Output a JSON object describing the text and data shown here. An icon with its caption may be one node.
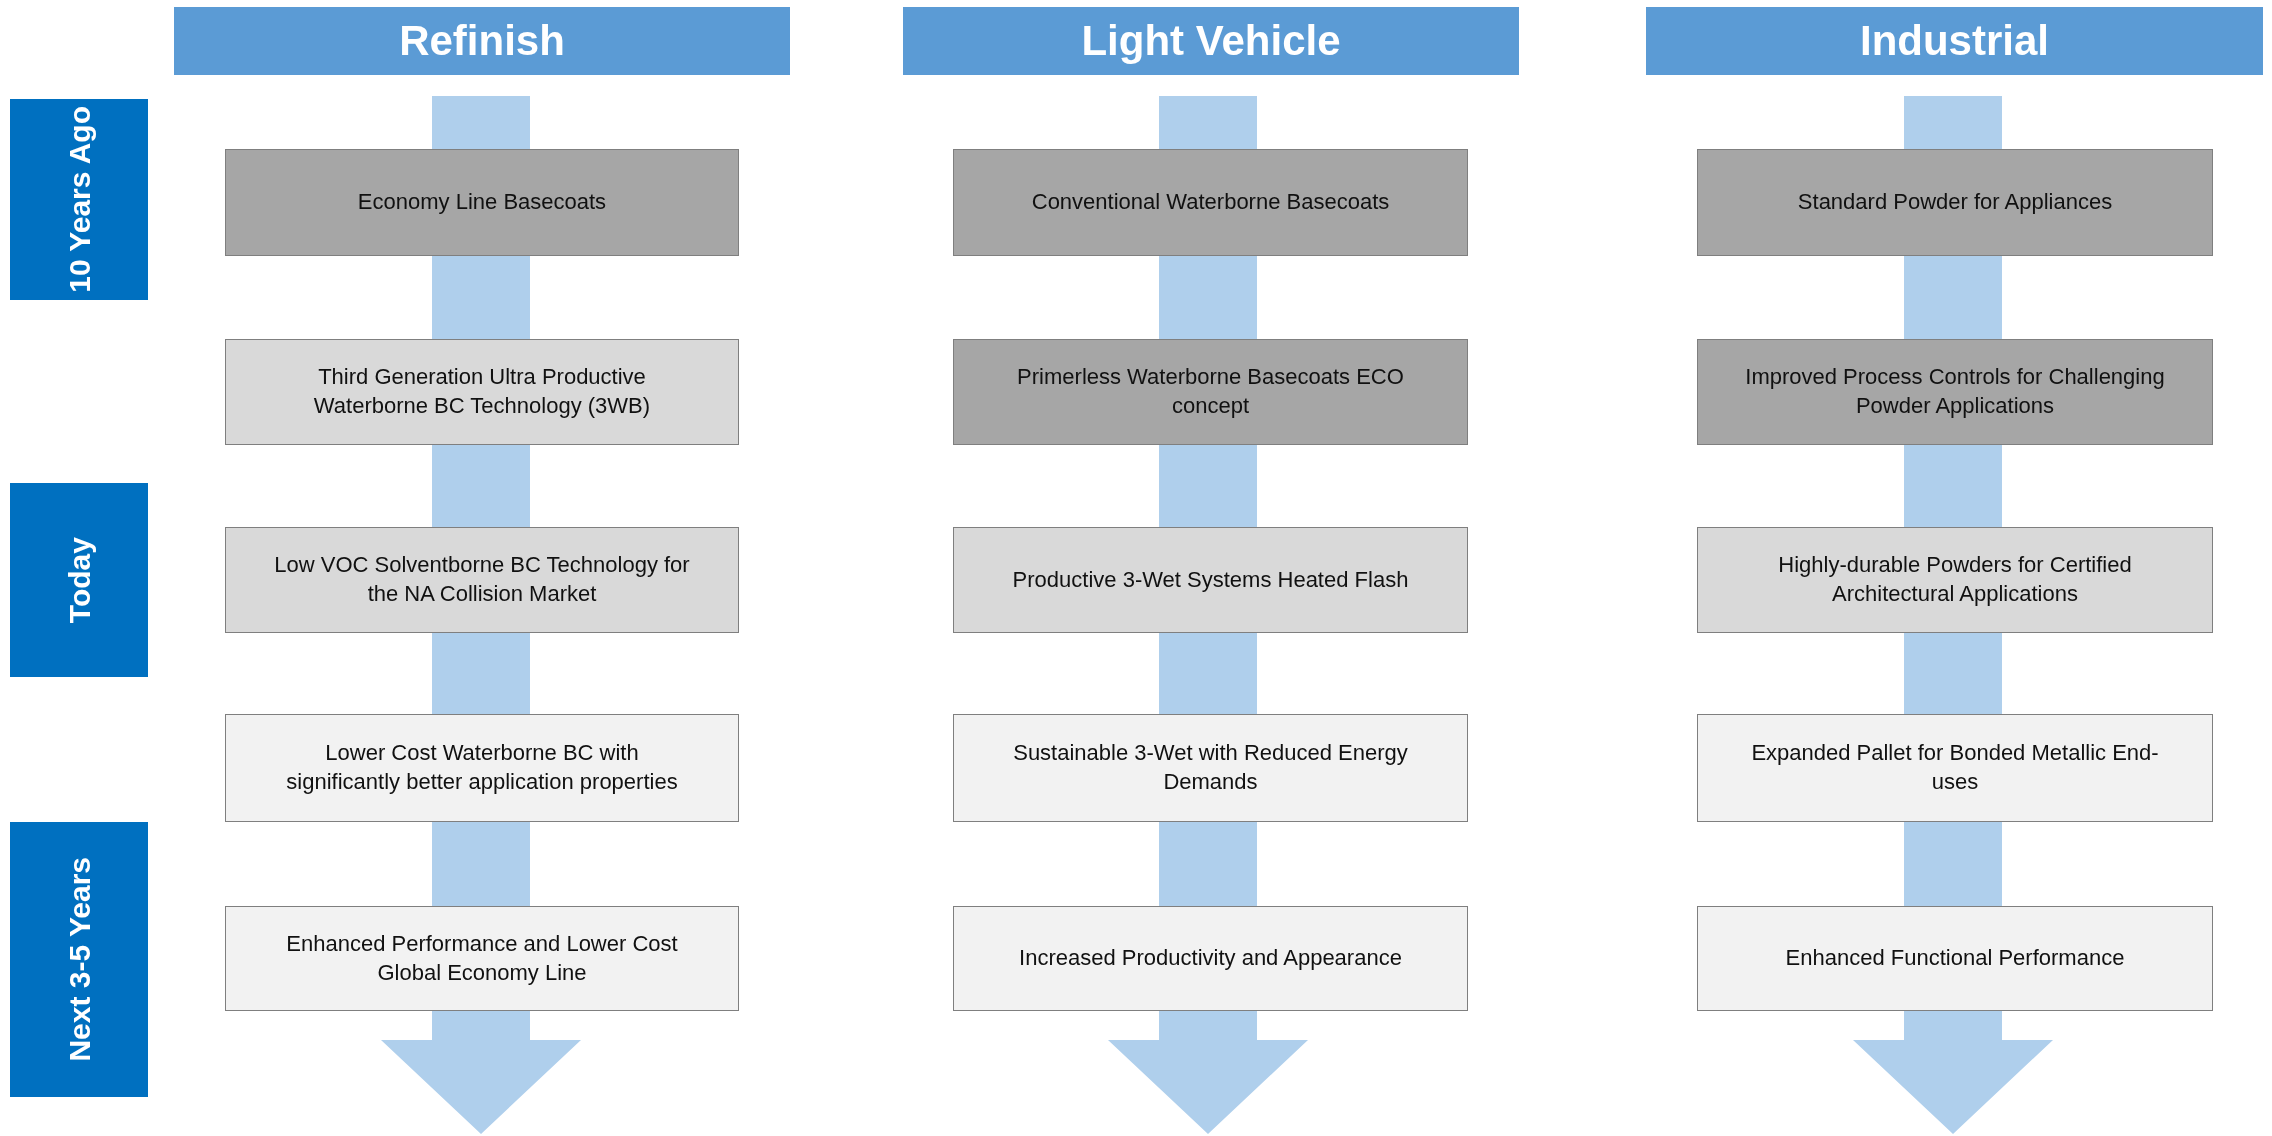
{
  "diagram": {
    "nodes": [
      {
        "text": [
          "Refinish"
        ]
      },
      {
        "text": [
          "Light Vehicle"
        ]
      },
      {
        "text": [
          "Industrial"
        ]
      },
      {
        "text": [
          "10 Years Ago"
        ]
      },
      {
        "text": [
          "Economy Line Basecoats"
        ]
      },
      {
        "text": [
          "Conventional Waterborne Basecoats"
        ]
      },
      {
        "text": [
          "Standard Powder for Appliances"
        ]
      },
      {
        "text": [
          "Third Generation Ultra Productive Waterborne BC Technology (3WB)"
        ]
      },
      {
        "text": [
          "Primerless Waterborne Basecoats ECO concept"
        ]
      },
      {
        "text": [
          "Improved Process Controls for Challenging Powder Applications"
        ]
      },
      {
        "text": [
          "Today"
        ]
      },
      {
        "text": [
          "Low VOC Solventborne BC Technology for the NA Collision Market"
        ]
      },
      {
        "text": [
          "Productive 3-Wet Systems Heated Flash"
        ]
      },
      {
        "text": [
          "Highly-durable Powders for Certified Architectural Applications"
        ]
      },
      {
        "text": [
          "Lower Cost Waterborne BC with significantly better application properties"
        ]
      },
      {
        "text": [
          "Sustainable 3-Wet with Reduced Energy Demands"
        ]
      },
      {
        "text": [
          "Expanded Pallet for Bonded Metallic End-uses"
        ]
      },
      {
        "text": [
          "Next 3-5 Years"
        ]
      },
      {
        "text": [
          "Enhanced Performance and Lower Cost Global Economy Line"
        ]
      },
      {
        "text": [
          "Increased Productivity and Appearance"
        ]
      },
      {
        "text": [
          "Enhanced Functional Performance"
        ]
      }
    ],
    "edges": []
  }
}
